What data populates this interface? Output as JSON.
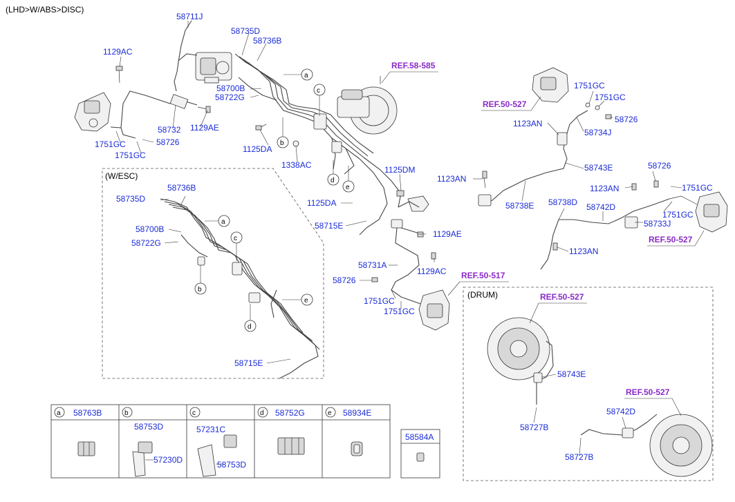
{
  "header": "(LHD>W/ABS>DISC)",
  "box_labels": {
    "esc": "(W/ESC)",
    "drum": "(DRUM)"
  },
  "refs": {
    "r1": "REF.58-585",
    "r2": "REF.50-527",
    "r3": "REF.50-527",
    "r4": "REF.50-517",
    "r5": "REF.50-527",
    "r6": "REF.50-527"
  },
  "labels": {
    "p58711J": "58711J",
    "p58735D_a": "58735D",
    "p58736B_a": "58736B",
    "p1129AC_a": "1129AC",
    "p58700B_a": "58700B",
    "p58722G_a": "58722G",
    "p58732": "58732",
    "p1129AE_a": "1129AE",
    "p1751GC_a": "1751GC",
    "p58726_a": "58726",
    "p1751GC_b": "1751GC",
    "p1125DA_a": "1125DA",
    "p1338AC": "1338AC",
    "p1125DM": "1125DM",
    "p1125DA_b": "1125DA",
    "p58715E_a": "58715E",
    "p1129AE_b": "1129AE",
    "p58731A": "58731A",
    "p1129AC_b": "1129AC",
    "p58726_b": "58726",
    "p1751GC_c": "1751GC",
    "p1751GC_d": "1751GC",
    "p1751GC_e": "1751GC",
    "p1751GC_f": "1751GC",
    "p58726_c": "58726",
    "p1123AN_a": "1123AN",
    "p58734J": "58734J",
    "p58743E_a": "58743E",
    "p1123AN_b": "1123AN",
    "p58738E": "58738E",
    "p58726_d": "58726",
    "p1123AN_c": "1123AN",
    "p1751GC_g": "1751GC",
    "p58738D": "58738D",
    "p58742D_a": "58742D",
    "p1751GC_h": "1751GC",
    "p58733J": "58733J",
    "p1123AN_d": "1123AN",
    "p58736B_b": "58736B",
    "p58735D_b": "58735D",
    "p58700B_b": "58700B",
    "p58722G_b": "58722G",
    "p58715E_b": "58715E",
    "p58743E_b": "58743E",
    "p58727B_a": "58727B",
    "p58742D_b": "58742D",
    "p58727B_b": "58727B"
  },
  "callouts": [
    "a",
    "b",
    "c",
    "d",
    "e"
  ],
  "legend": {
    "cells": [
      {
        "letter": "a",
        "part": "58763B"
      },
      {
        "letter": "b",
        "part": ""
      },
      {
        "letter": "c",
        "part": ""
      },
      {
        "letter": "d",
        "part": "58752G"
      },
      {
        "letter": "e",
        "part": "58934E"
      }
    ],
    "b_parts": [
      "58753D",
      "57230D"
    ],
    "c_parts": [
      "57231C",
      "58753D"
    ],
    "extra": "58584A"
  }
}
